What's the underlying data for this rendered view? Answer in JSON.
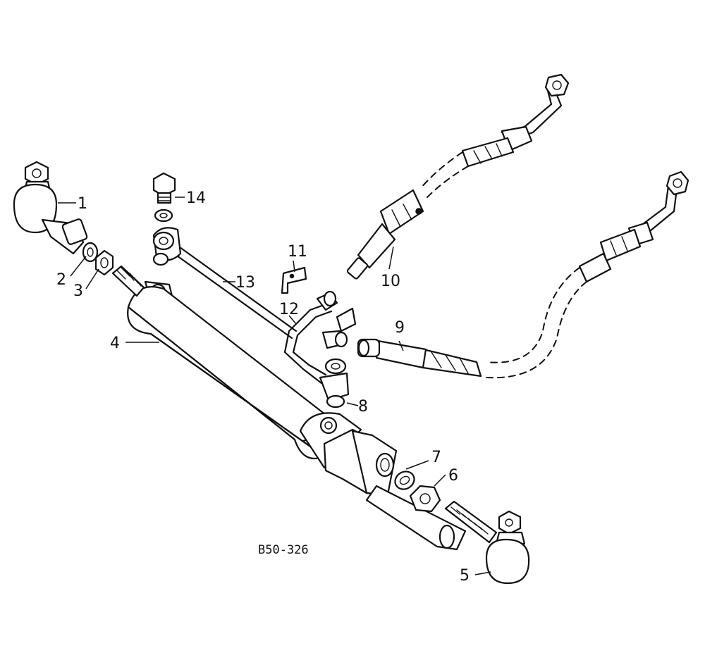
{
  "drawing": {
    "reference_code": "B50-326",
    "callouts": [
      "1",
      "2",
      "3",
      "4",
      "5",
      "6",
      "7",
      "8",
      "9",
      "10",
      "11",
      "12",
      "13",
      "14"
    ]
  }
}
